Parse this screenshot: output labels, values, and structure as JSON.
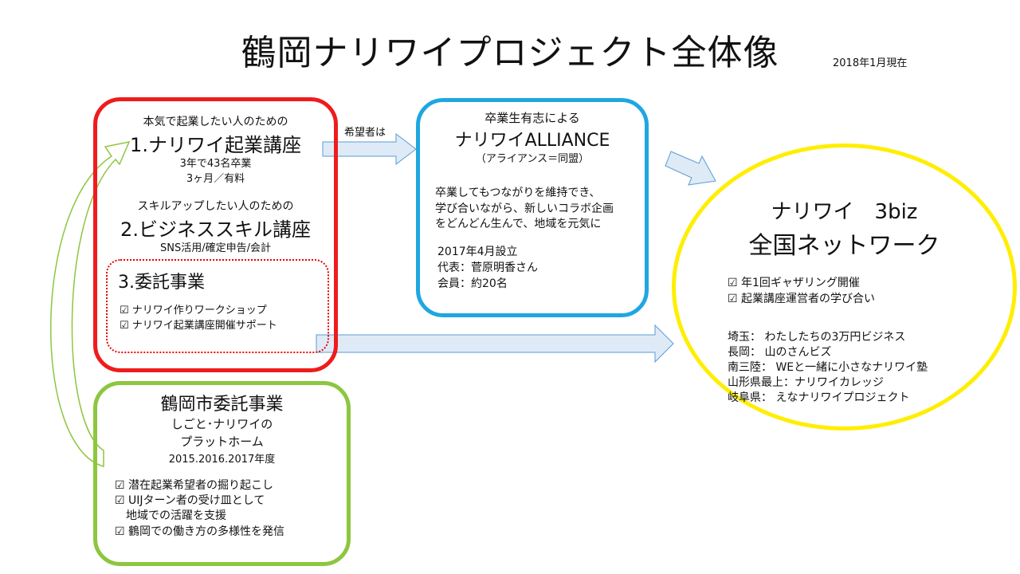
{
  "title": "鶴岡ナリワイプロジェクト全体像",
  "date": "2018年1月現在",
  "courses_box": {
    "c1_intro": "本気で起業したい人のための",
    "c1_title": "1.ナリワイ起業講座",
    "c1_detail1": "3年で43名卒業",
    "c1_detail2": "3ヶ月／有料",
    "c2_intro": "スキルアップしたい人のための",
    "c2_title": "2.ビジネススキル講座",
    "c2_detail": "SNS活用/確定申告/会計",
    "c3_title": "3.委託事業",
    "c3_items": [
      "☑ ナリワイ作りワークショップ",
      "☑ ナリワイ起業講座開催サポート"
    ]
  },
  "arrow_label": "希望者は",
  "alliance_box": {
    "intro": "卒業生有志による",
    "title": "ナリワイALLIANCE",
    "subtitle": "（アライアンス＝同盟）",
    "desc": [
      "卒業してもつながりを維持でき、",
      "学び合いながら、新しいコラボ企画",
      "をどんどん生んで、地域を元気に"
    ],
    "info": [
      "2017年4月設立",
      "代表：菅原明香さん",
      "会員：約20名"
    ]
  },
  "city_box": {
    "title": "鶴岡市委託事業",
    "subtitle1": "しごと･ナリワイの",
    "subtitle2": "プラットホーム",
    "years": "2015.2016.2017年度",
    "items": [
      "☑ 潜在起業希望者の掘り起こし",
      "☑ UIJターン者の受け皿として",
      "　地域での活躍を支援",
      "☑ 鶴岡での働き方の多様性を発信"
    ]
  },
  "network": {
    "title1": "ナリワイ　3biz",
    "title2": "全国ネットワーク",
    "checks": [
      "☑ 年1回ギャザリング開催",
      "☑ 起業講座運営者の学び合い"
    ],
    "regions": [
      "埼玉： わたしたちの3万円ビジネス",
      "長岡： 山のさんビズ",
      "南三陸： WEと一緒に小さなナリワイ塾",
      "山形県最上：ナリワイカレッジ",
      "岐阜県： えなナリワイプロジェクト"
    ]
  },
  "colors": {
    "red": "#ee1c1c",
    "blue": "#1ea7e1",
    "green": "#8dc63f",
    "yellow": "#ffee00",
    "arrow_fill": "#deebf7",
    "arrow_stroke": "#5b9bd5"
  }
}
